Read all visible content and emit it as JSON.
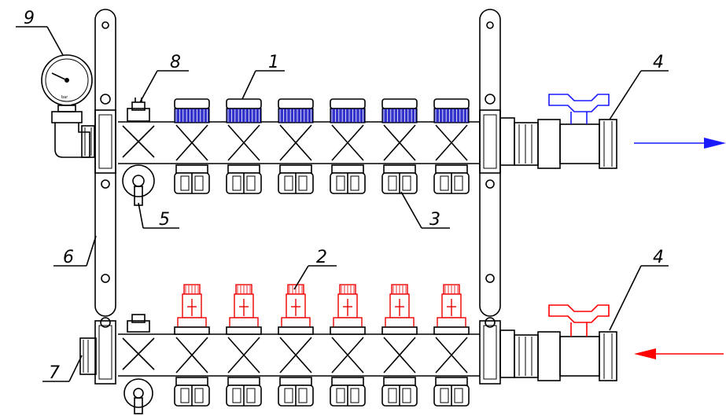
{
  "callouts": {
    "c1": "1",
    "c2": "2",
    "c3": "3",
    "c4a": "4",
    "c4b": "4",
    "c5": "5",
    "c6": "6",
    "c7": "7",
    "c8": "8",
    "c9": "9"
  },
  "gauge": {
    "unit": "bar"
  },
  "colors": {
    "supply_arrow": "#1a1aff",
    "return_arrow": "#ff0000",
    "blue_caps": "#3333cc",
    "red_flowmeters": "#ee0000",
    "outline": "#000000"
  },
  "icons": {
    "supply_flow": "arrow-right-icon",
    "return_flow": "arrow-left-icon"
  },
  "counts": {
    "outlets_per_manifold": 6
  }
}
